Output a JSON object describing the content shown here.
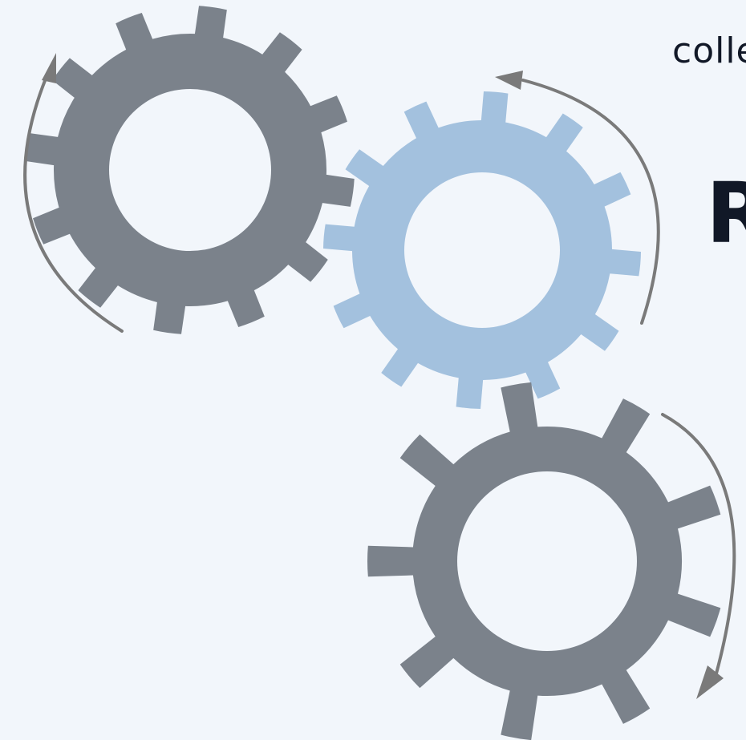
{
  "colors": {
    "background": "#f2f6fb",
    "gear_dark": "#7b828b",
    "gear_light": "#a3c1de",
    "arrow": "#7a7a7a",
    "text": "#111827"
  },
  "text": {
    "top_fragment": "colle",
    "heading_fragment": "R"
  },
  "gears": [
    {
      "name": "gear-top-left",
      "color": "dark"
    },
    {
      "name": "gear-middle",
      "color": "light"
    },
    {
      "name": "gear-bottom",
      "color": "dark"
    }
  ],
  "icons": [
    "gear-icon",
    "rotation-arrow-icon"
  ]
}
